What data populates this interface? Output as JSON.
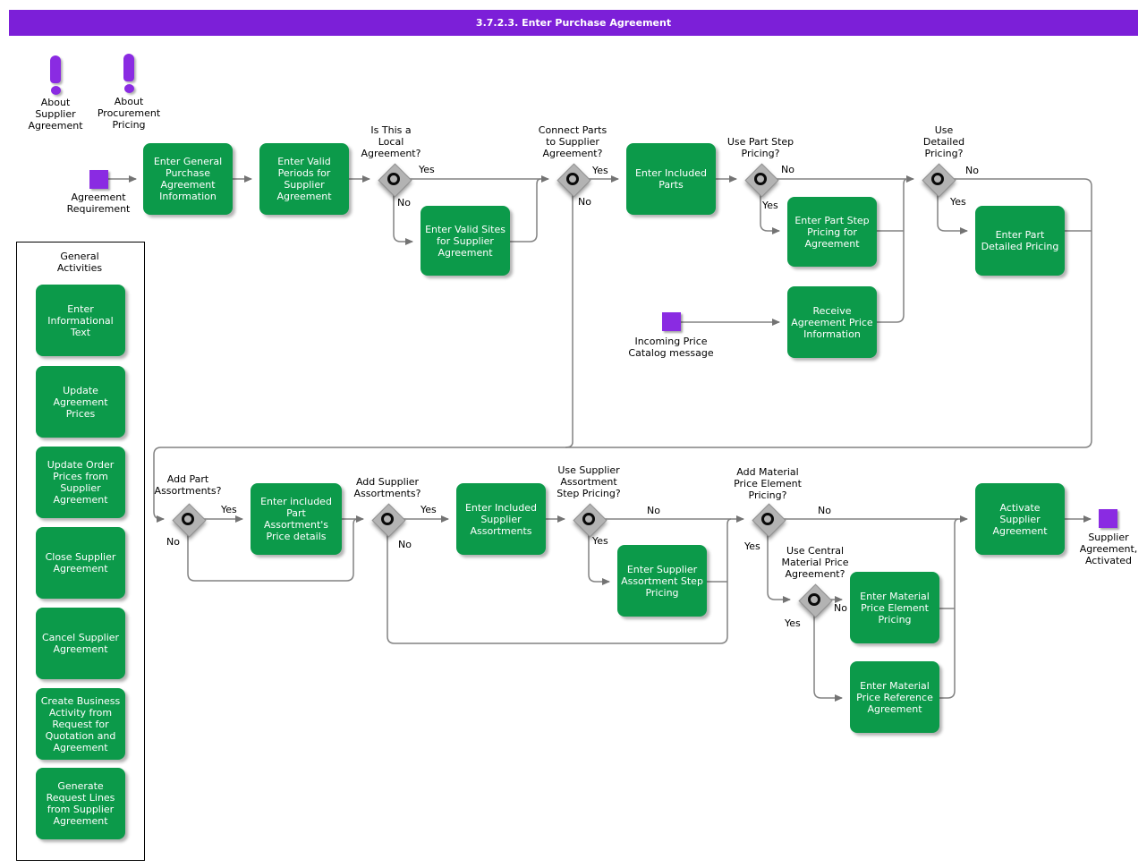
{
  "header": {
    "title": "3.7.2.3. Enter Purchase Agreement"
  },
  "notes": [
    {
      "label": "About\nSupplier\nAgreement"
    },
    {
      "label": "About\nProcurement\nPricing"
    }
  ],
  "sidebar": {
    "title": "General\nActivities",
    "items": [
      {
        "label": "Enter\nInformational\nText"
      },
      {
        "label": "Update\nAgreement\nPrices"
      },
      {
        "label": "Update Order\nPrices from\nSupplier\nAgreement"
      },
      {
        "label": "Close Supplier\nAgreement"
      },
      {
        "label": "Cancel Supplier\nAgreement"
      },
      {
        "label": "Create Business\nActivity from\nRequest for\nQuotation and\nAgreement"
      },
      {
        "label": "Generate\nRequest Lines\nfrom Supplier\nAgreement"
      }
    ]
  },
  "flow": {
    "events": [
      {
        "label": "Agreement\nRequirement"
      },
      {
        "label": "Incoming Price\nCatalog message"
      },
      {
        "label": "Supplier\nAgreement,\nActivated"
      }
    ],
    "tasks": [
      {
        "label": "Enter General\nPurchase\nAgreement\nInformation"
      },
      {
        "label": "Enter Valid\nPeriods for\nSupplier\nAgreement"
      },
      {
        "label": "Enter Valid Sites\nfor Supplier\nAgreement"
      },
      {
        "label": "Enter Included\nParts"
      },
      {
        "label": "Enter Part Step\nPricing for\nAgreement"
      },
      {
        "label": "Receive\nAgreement Price\nInformation"
      },
      {
        "label": "Enter Part\nDetailed Pricing"
      },
      {
        "label": "Enter included\nPart\nAssortment's\nPrice details"
      },
      {
        "label": "Enter Included\nSupplier\nAssortments"
      },
      {
        "label": "Enter Supplier\nAssortment Step\nPricing"
      },
      {
        "label": "Enter Material\nPrice Element\nPricing"
      },
      {
        "label": "Enter Material\nPrice Reference\nAgreement"
      },
      {
        "label": "Activate\nSupplier\nAgreement"
      }
    ],
    "gateways": [
      {
        "label": "Is This a\nLocal\nAgreement?",
        "yes": "Yes",
        "no": "No"
      },
      {
        "label": "Connect Parts\nto Supplier\nAgreement?",
        "yes": "Yes",
        "no": "No"
      },
      {
        "label": "Use Part Step\nPricing?",
        "yes": "Yes",
        "no": "No"
      },
      {
        "label": "Use\nDetailed\nPricing?",
        "yes": "Yes",
        "no": "No"
      },
      {
        "label": "Add Part\nAssortments?",
        "yes": "Yes",
        "no": "No"
      },
      {
        "label": "Add Supplier\nAssortments?",
        "yes": "Yes",
        "no": "No"
      },
      {
        "label": "Use Supplier\nAssortment\nStep Pricing?",
        "yes": "Yes",
        "no": "No"
      },
      {
        "label": "Add Material\nPrice Element\nPricing?",
        "yes": "Yes",
        "no": "No"
      },
      {
        "label": "Use Central\nMaterial Price\nAgreement?",
        "yes": "Yes",
        "no": "No"
      }
    ]
  },
  "colors": {
    "header_purple": "#7c1fd8",
    "event_purple": "#8a2be2",
    "task_green": "#0c9a4a",
    "line_gray": "#828282",
    "gateway_gray": "#b3b3b3"
  }
}
